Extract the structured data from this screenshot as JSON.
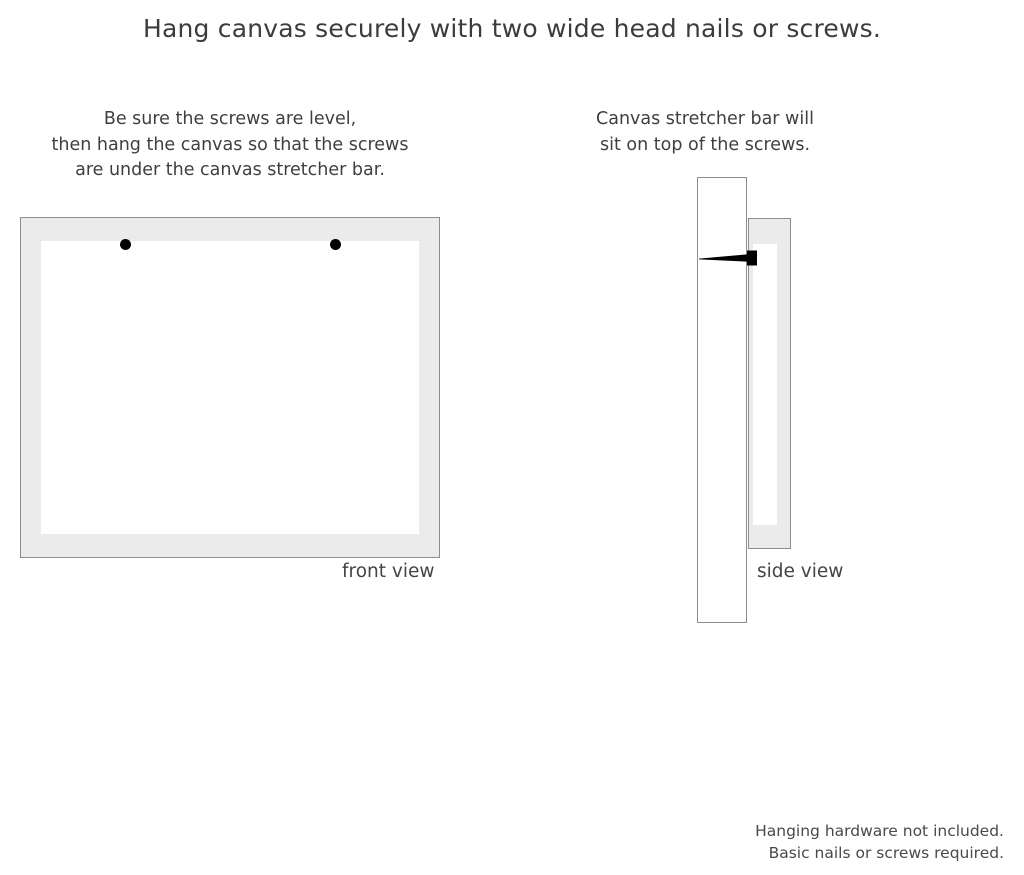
{
  "title": "Hang canvas securely with two wide head nails or screws.",
  "front_panel": {
    "caption_lines": [
      "Be sure the screws are level,",
      "then hang the canvas so that the screws",
      "are under the canvas stretcher bar."
    ],
    "view_label": "front view",
    "screw_dots": [
      {
        "name": "left-screw-dot"
      },
      {
        "name": "right-screw-dot"
      }
    ]
  },
  "side_panel": {
    "caption_lines": [
      "Canvas stretcher bar will",
      "sit on top of the screws."
    ],
    "view_label": "side view"
  },
  "footer": {
    "lines": [
      "Hanging hardware not included.",
      "Basic nails or screws required."
    ]
  },
  "colors": {
    "text": "#3c3c3c",
    "frame_fill": "#ebebeb",
    "frame_border": "#8d8d8d",
    "canvas_inner": "#ffffff",
    "screw": "#000000",
    "background": "#ffffff"
  }
}
